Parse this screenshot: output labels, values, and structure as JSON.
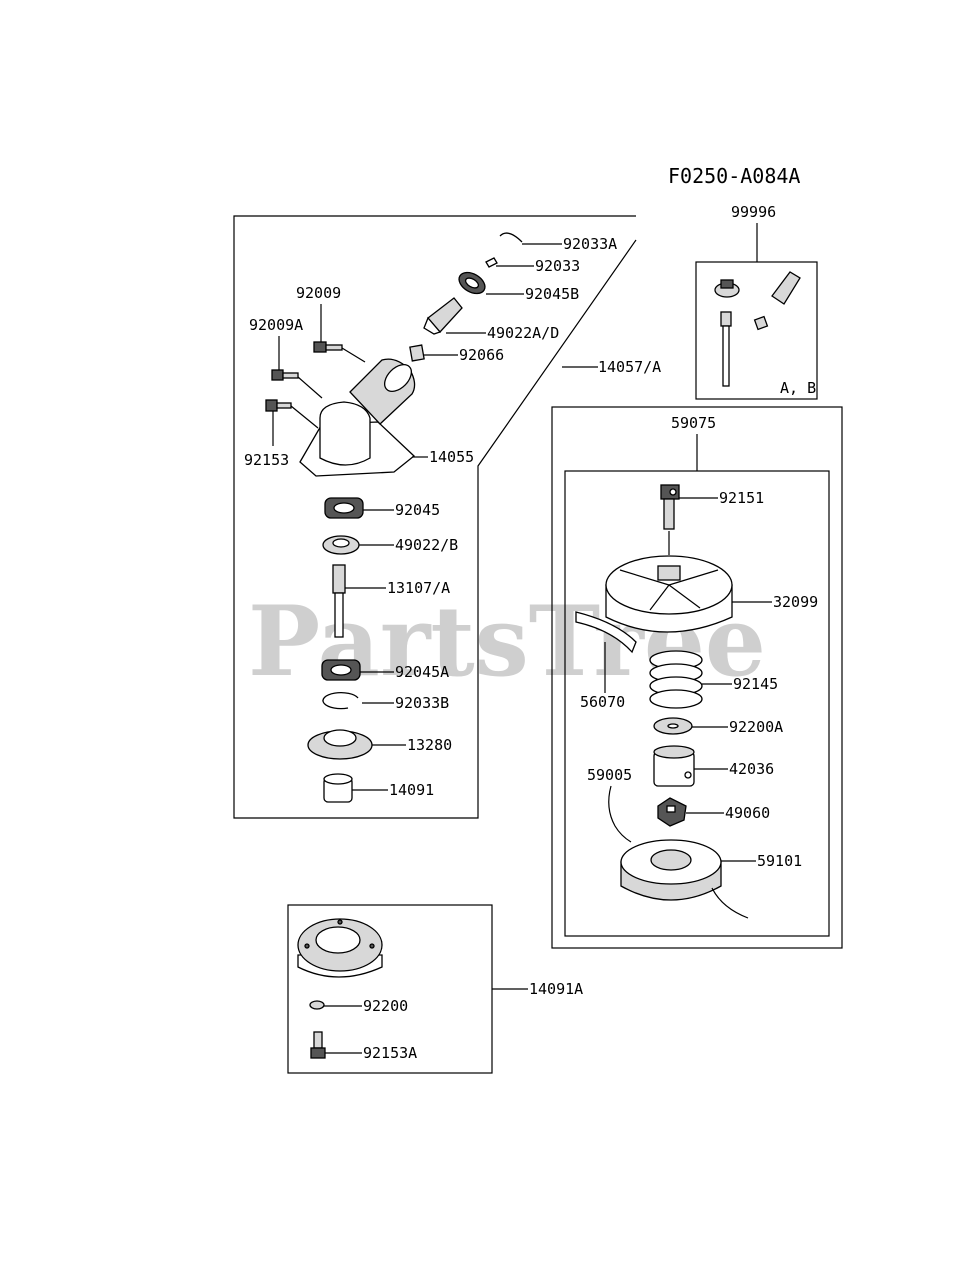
{
  "diagram_code": "F0250-A084A",
  "watermark": "PartsTree",
  "group_labels": {
    "gear_case_assembly": "14057/A",
    "kit": "99996",
    "kit_variants": "A, B",
    "trimmer_head": "59075",
    "cover_kit": "14091A"
  },
  "parts": {
    "p92033A": "92033A",
    "p92033": "92033",
    "p92045B": "92045B",
    "p49022AD": "49022A/D",
    "p92066": "92066",
    "p92009": "92009",
    "p92009A": "92009A",
    "p92153": "92153",
    "p14055": "14055",
    "p92045": "92045",
    "p49022B": "49022/B",
    "p13107A": "13107/A",
    "p92045A": "92045A",
    "p92033B": "92033B",
    "p13280": "13280",
    "p14091": "14091",
    "p92151": "92151",
    "p32099": "32099",
    "p56070": "56070",
    "p92145": "92145",
    "p92200A": "92200A",
    "p42036": "42036",
    "p59005": "59005",
    "p49060": "49060",
    "p59101": "59101",
    "p92200": "92200",
    "p92153A": "92153A"
  }
}
